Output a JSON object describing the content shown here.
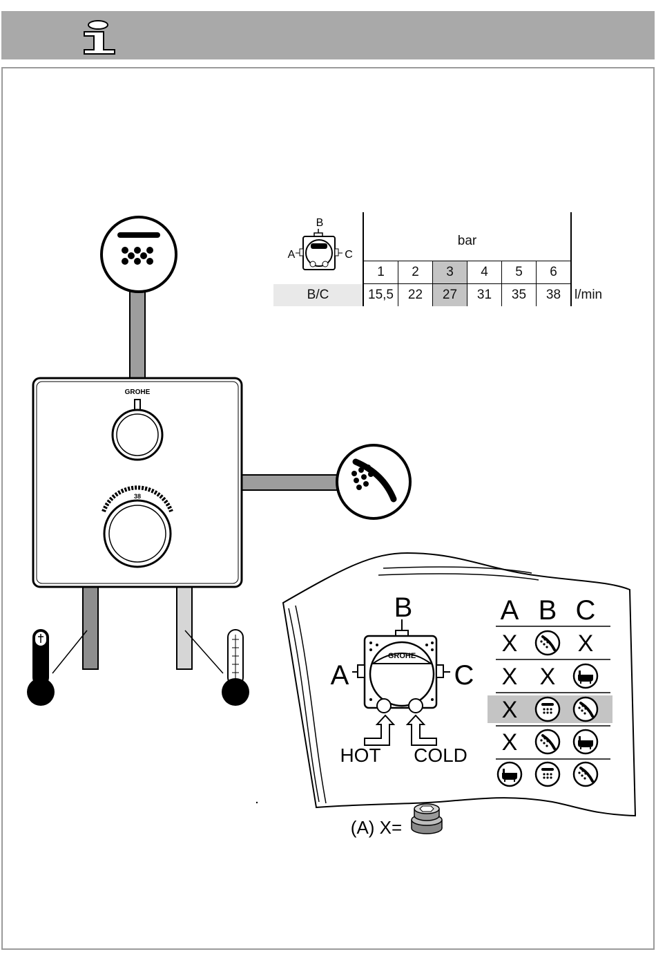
{
  "brand": "GROHE",
  "thermostat_scale": "38",
  "flow_table": {
    "port_label": "B/C",
    "pressure_unit": "bar",
    "flow_unit": "l/min",
    "pressures": [
      "1",
      "2",
      "3",
      "4",
      "5",
      "6"
    ],
    "flows": [
      "15,5",
      "22",
      "27",
      "31",
      "35",
      "38"
    ],
    "highlight_index": 2,
    "small_port_labels": {
      "a": "A",
      "b": "B",
      "c": "C"
    }
  },
  "outlet_diagram": {
    "port_a": "A",
    "port_b": "B",
    "port_c": "C",
    "hot_label": "HOT",
    "cold_label": "COLD",
    "header": [
      "A",
      "B",
      "C"
    ],
    "rows": [
      [
        "X",
        "hand-shower",
        "X"
      ],
      [
        "X",
        "X",
        "bath"
      ],
      [
        "X",
        "head-shower",
        "hand-shower"
      ],
      [
        "X",
        "hand-shower",
        "bath"
      ],
      [
        "bath",
        "head-shower",
        "hand-shower"
      ]
    ],
    "highlight_row": 2,
    "plug_note": "(A) X="
  },
  "colors": {
    "header_bar": "#a9a9a9",
    "highlight": "#c4c4c4",
    "frame": "#9a9a9a"
  }
}
